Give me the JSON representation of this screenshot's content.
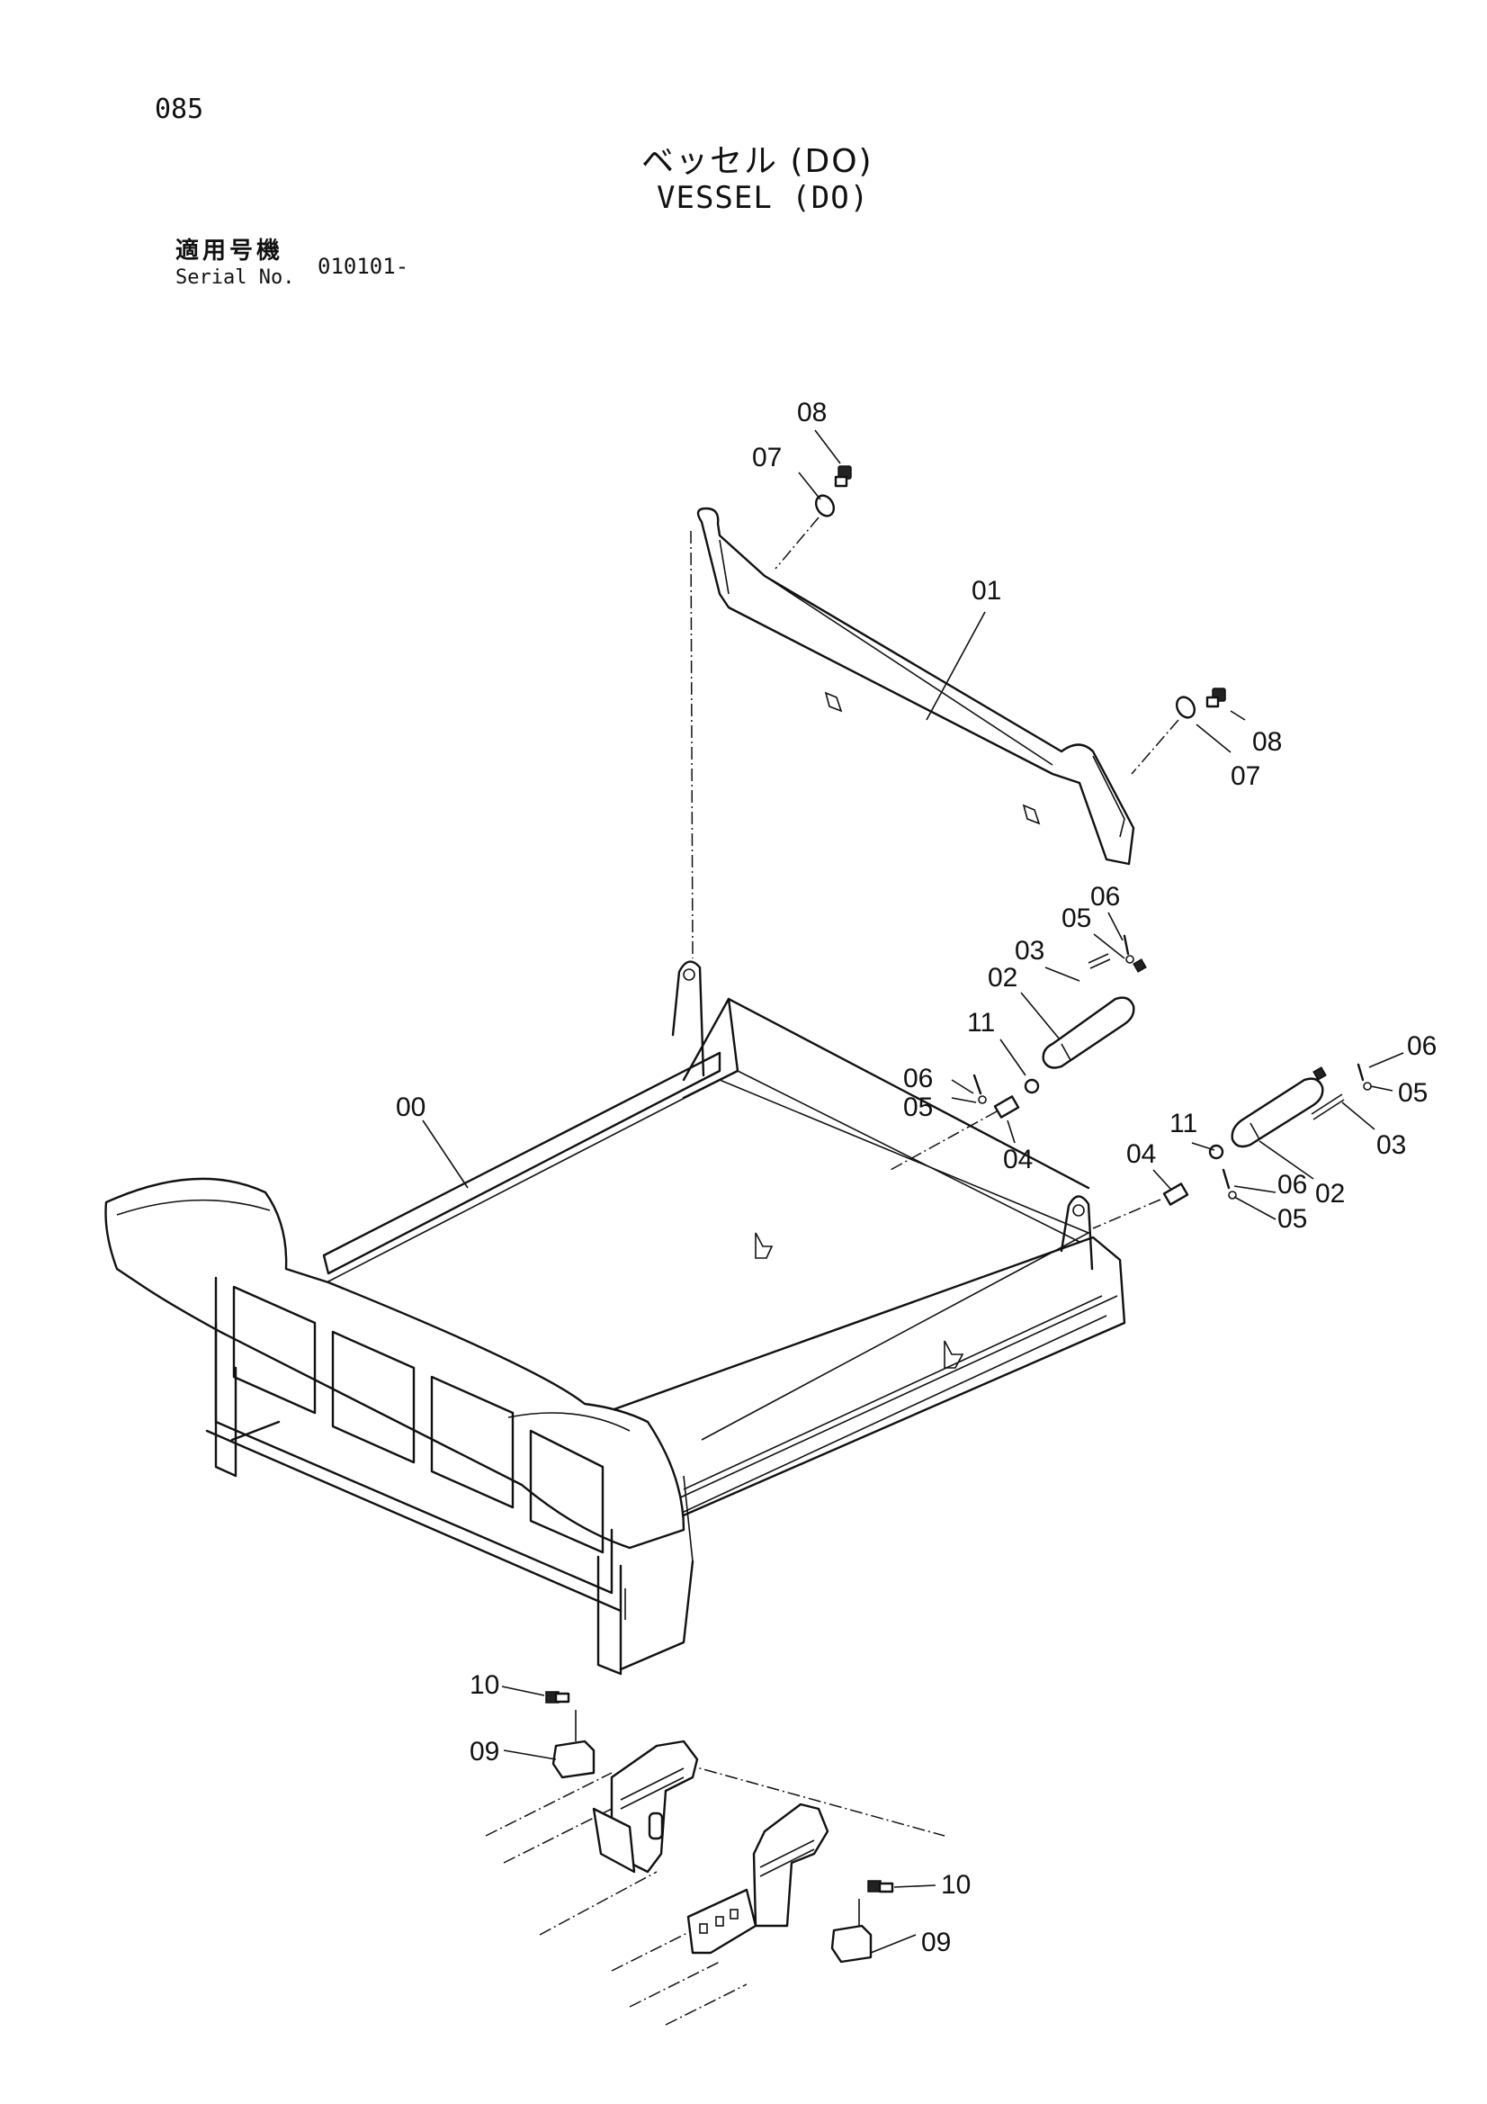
{
  "header": {
    "page_number": "085",
    "title_jp": "ベッセル (DO)",
    "title_en": "VESSEL (DO)",
    "applicable_label_jp": "適用号機",
    "serial_label": "Serial No.",
    "serial_value": "010101-"
  },
  "callouts": {
    "c00": "00",
    "c01": "01",
    "c02a": "02",
    "c02b": "02",
    "c03a": "03",
    "c03b": "03",
    "c04a": "04",
    "c04b": "04",
    "c05a": "05",
    "c05b": "05",
    "c05c": "05",
    "c05d": "05",
    "c06a": "06",
    "c06b": "06",
    "c06c": "06",
    "c06d": "06",
    "c07a": "07",
    "c07b": "07",
    "c08a": "08",
    "c08b": "08",
    "c09a": "09",
    "c09b": "09",
    "c10a": "10",
    "c10b": "10",
    "c11a": "11",
    "c11b": "11"
  }
}
